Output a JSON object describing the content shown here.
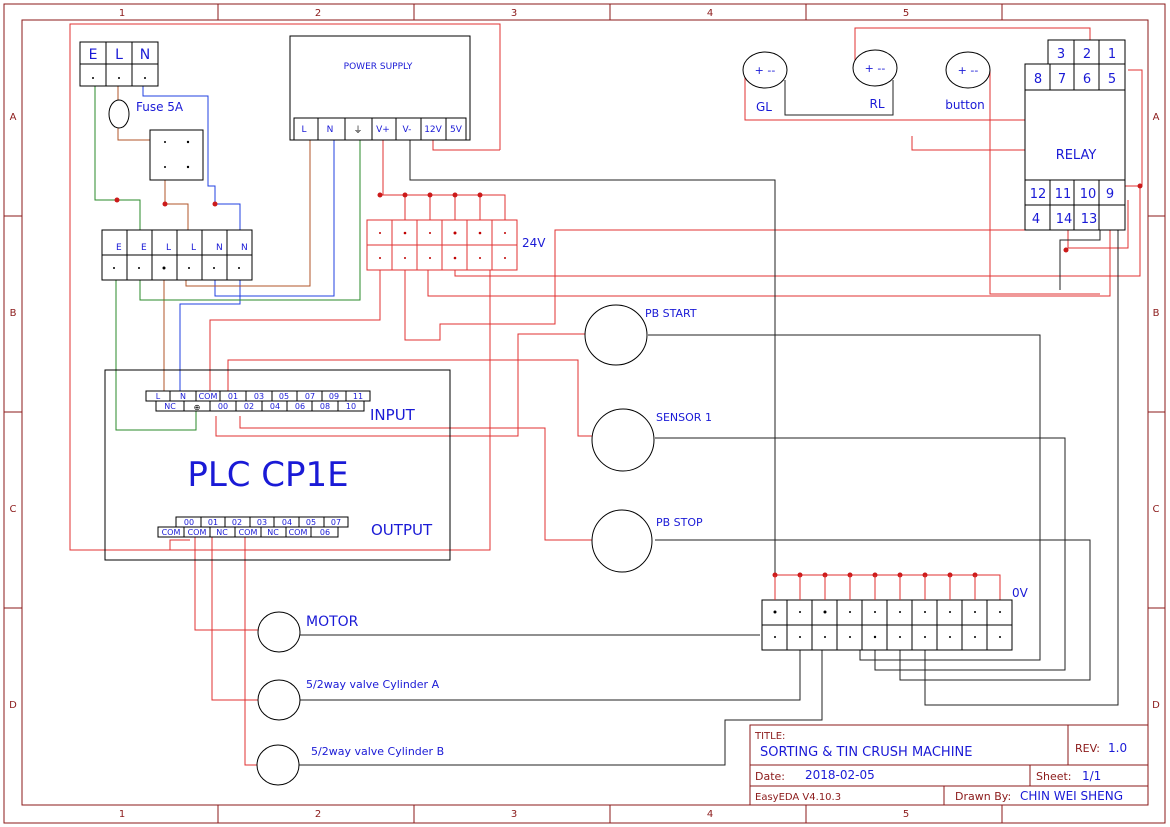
{
  "frame": {
    "columns": [
      "1",
      "2",
      "3",
      "4",
      "5"
    ],
    "rows": [
      "A",
      "B",
      "C",
      "D"
    ]
  },
  "mains_block": {
    "labels": [
      "E",
      "L",
      "N"
    ]
  },
  "fuse": {
    "label": "Fuse 5A"
  },
  "terminal_block": {
    "labels": [
      "E",
      "E",
      "L",
      "L",
      "N",
      "N"
    ]
  },
  "power_supply": {
    "title": "POWER SUPPLY",
    "terminals": [
      "L",
      "N",
      "⏚",
      "V+",
      "V-",
      "12V",
      "5V"
    ]
  },
  "bus_24v": {
    "label": "24V"
  },
  "bus_0v": {
    "label": "0V"
  },
  "indicators": [
    {
      "label": "GL",
      "polarity": "+ --"
    },
    {
      "label": "RL",
      "polarity": "+ --"
    },
    {
      "label": "button",
      "polarity": "+ --"
    }
  ],
  "relay": {
    "label": "RELAY",
    "top_row": [
      "3",
      "2",
      "1"
    ],
    "row2": [
      "8",
      "7",
      "6",
      "5"
    ],
    "row3": [
      "12",
      "11",
      "10",
      "9"
    ],
    "row4": [
      "4",
      "14",
      "13"
    ]
  },
  "plc": {
    "label": "PLC CP1E",
    "input_label": "INPUT",
    "output_label": "OUTPUT",
    "input_top": [
      "L",
      "N",
      "COM",
      "01",
      "03",
      "05",
      "07",
      "09",
      "11"
    ],
    "input_bottom": [
      "NC",
      "⊕",
      "00",
      "02",
      "04",
      "06",
      "08",
      "10"
    ],
    "output_top": [
      "00",
      "01",
      "02",
      "03",
      "04",
      "05",
      "07"
    ],
    "output_bottom": [
      "COM",
      "COM",
      "NC",
      "COM",
      "NC",
      "COM",
      "06"
    ]
  },
  "inputs": [
    {
      "label": "PB START"
    },
    {
      "label": "SENSOR 1"
    },
    {
      "label": "PB STOP"
    }
  ],
  "outputs": [
    {
      "label": "MOTOR"
    },
    {
      "label": "5/2way valve Cylinder A"
    },
    {
      "label": "5/2way valve Cylinder B"
    }
  ],
  "title_block": {
    "title_caption": "TITLE:",
    "title": "SORTING & TIN CRUSH MACHINE",
    "rev_caption": "REV:",
    "rev": "1.0",
    "date_caption": "Date:",
    "date": "2018-02-05",
    "sheet_caption": "Sheet:",
    "sheet": "1/1",
    "tool": "EasyEDA V4.10.3",
    "drawn_caption": "Drawn By:",
    "drawn_by": "CHIN WEI SHENG"
  },
  "colors": {
    "frame": "#8b1a1a",
    "text": "#1a1ad6",
    "red_wire": "#e03030",
    "blue_wire": "#2040e0",
    "green_wire": "#2a8a2a",
    "brown_wire": "#b0552a",
    "black_wire": "#222222"
  }
}
